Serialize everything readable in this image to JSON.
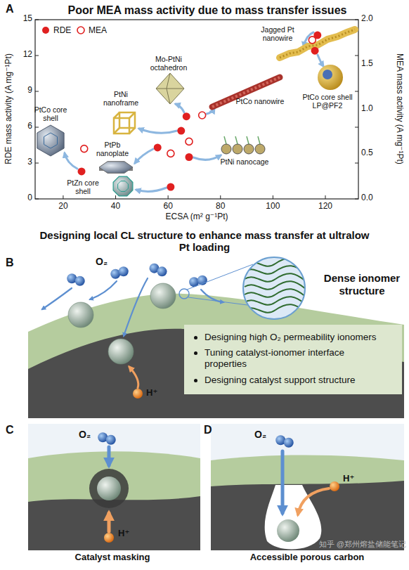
{
  "diagram": {
    "nodes": [
      {
        "text": [
          "Dense ionomer structure"
        ]
      },
      {
        "text": [
          "Designing high O₂ permeability ionomers",
          "Tuning catalyst-ionomer interface properties",
          "Designing catalyst support structure"
        ]
      }
    ],
    "labels": [
      "A",
      "Poor MEA mass activity due to mass transfer issues",
      "0",
      "3",
      "6",
      "9",
      "12",
      "15",
      "0.0",
      "0.5",
      "1.0",
      "1.5",
      "2.0",
      "20",
      "40",
      "60",
      "80",
      "100",
      "120",
      "RDE mass activity (A mg⁻¹Pt)",
      "MEA mass activity (A mg⁻¹Pt)",
      "ECSA (m² g⁻¹Pt)",
      "PtCo core shell",
      "PtPb nanoplate",
      "PtZn core shell",
      "PtNi nanoframe",
      "Mo-PtNi octahedron",
      "PtCo nanowire",
      "PtNi nanocage",
      "Jagged Pt nanowire",
      "PtCo core shell LP@PF2",
      "Designing local CL structure to enhance mass transfer at ultralow Pt loading",
      "B",
      "O₂",
      "H⁺",
      "C",
      "O₂",
      "H⁺",
      "Catalyst masking",
      "D",
      "O₂",
      "H⁺",
      "Accessible porous carbon",
      "知乎 @郑州熔盐储能笔记"
    ],
    "legend": [
      {
        "text": "RDE"
      },
      {
        "text": "MEA"
      }
    ]
  }
}
